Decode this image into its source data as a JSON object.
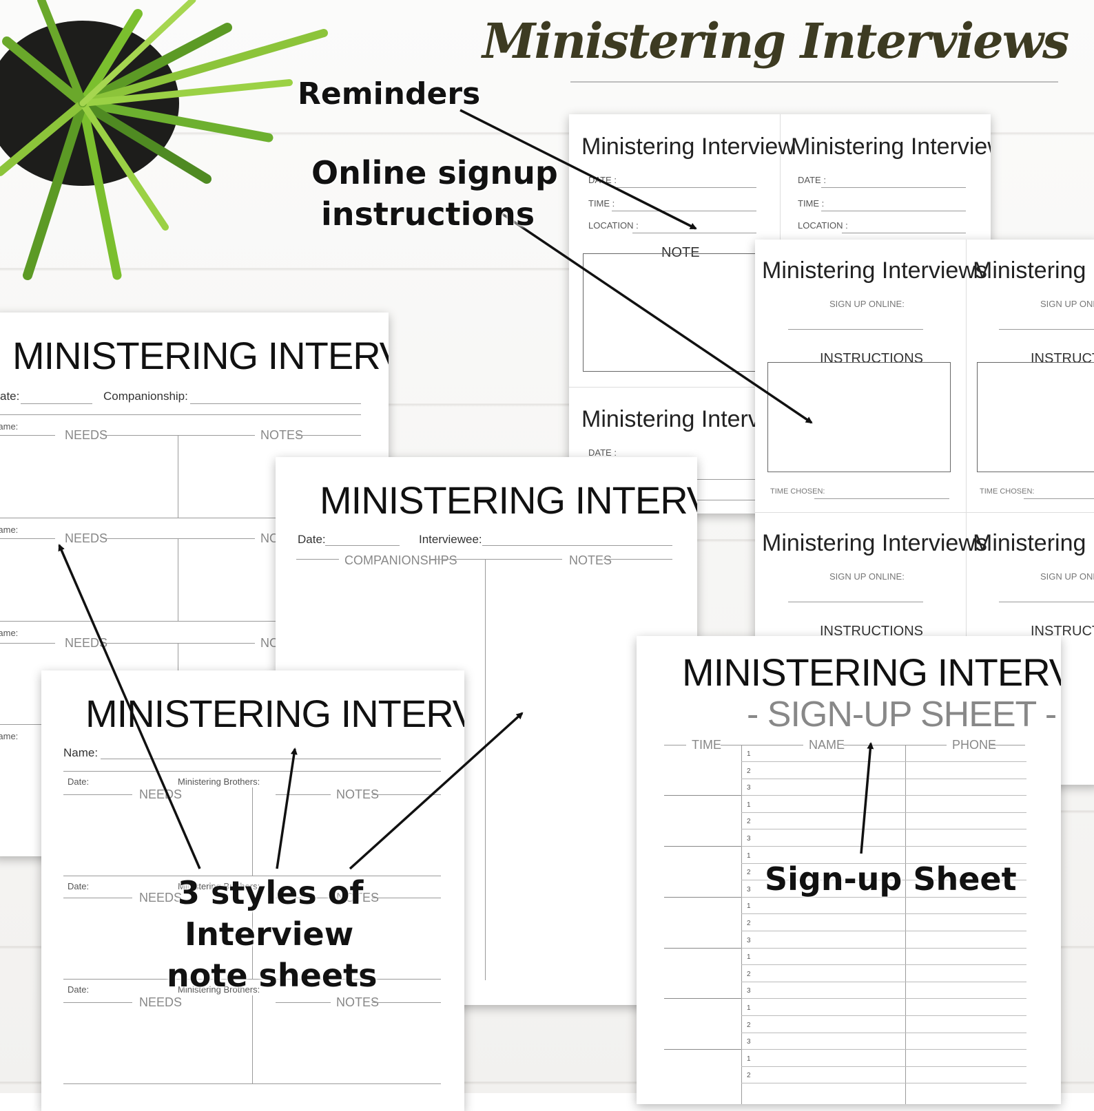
{
  "title": "Ministering Interviews",
  "annotations": {
    "reminders": "Reminders",
    "online_signup_line1": "Online signup",
    "online_signup_line2": "instructions",
    "styles_line1": "3 styles of",
    "styles_line2": "Interview",
    "styles_line3": "note sheets",
    "signup_sheet": "Sign-up Sheet"
  },
  "reminder_card": {
    "title": "Ministering Interview",
    "date_label": "DATE :",
    "time_label": "TIME :",
    "location_label": "LOCATION :",
    "note_label": "NOTE"
  },
  "signup_card": {
    "title": "Ministering Interviews",
    "title_cut": "Ministering Int",
    "signup_label": "SIGN UP ONLINE:",
    "signup_label_cut": "SIGN UP ONLIN",
    "instructions_label": "INSTRUCTIONS",
    "instructions_label_cut": "INSTRUCTIO",
    "time_chosen_label": "TIME CHOSEN:"
  },
  "sheet_a": {
    "title": "MINISTERING INTERVIEWS",
    "date_label": "ate:",
    "companionship_label": "Companionship:",
    "name_label": "Name:",
    "needs_label": "NEEDS",
    "notes_label": "NOTES",
    "notes_cut": "NO"
  },
  "sheet_b": {
    "title": "MINISTERING INTERVIEWS",
    "date_label": "Date:",
    "interviewee_label": "Interviewee:",
    "companionships_label": "COMPANIONSHIPS",
    "notes_label": "NOTES"
  },
  "sheet_c": {
    "title": "MINISTERING INTERVIEWS",
    "name_label": "Name:",
    "date_label": "Date:",
    "brothers_label": "Ministering Brothers:",
    "needs_label": "NEEDS",
    "notes_label": "NOTES"
  },
  "sheet_d": {
    "title": "MINISTERING INTERVIEWS",
    "subtitle": "- SIGN-UP SHEET -",
    "time_label": "TIME",
    "name_label": "NAME",
    "phone_label": "PHONE",
    "row_numbers": [
      "1",
      "2",
      "3",
      "1",
      "2",
      "3",
      "1",
      "2",
      "3",
      "1",
      "2",
      "3",
      "1",
      "2",
      "3",
      "1",
      "2",
      "3",
      "1",
      "2"
    ]
  }
}
